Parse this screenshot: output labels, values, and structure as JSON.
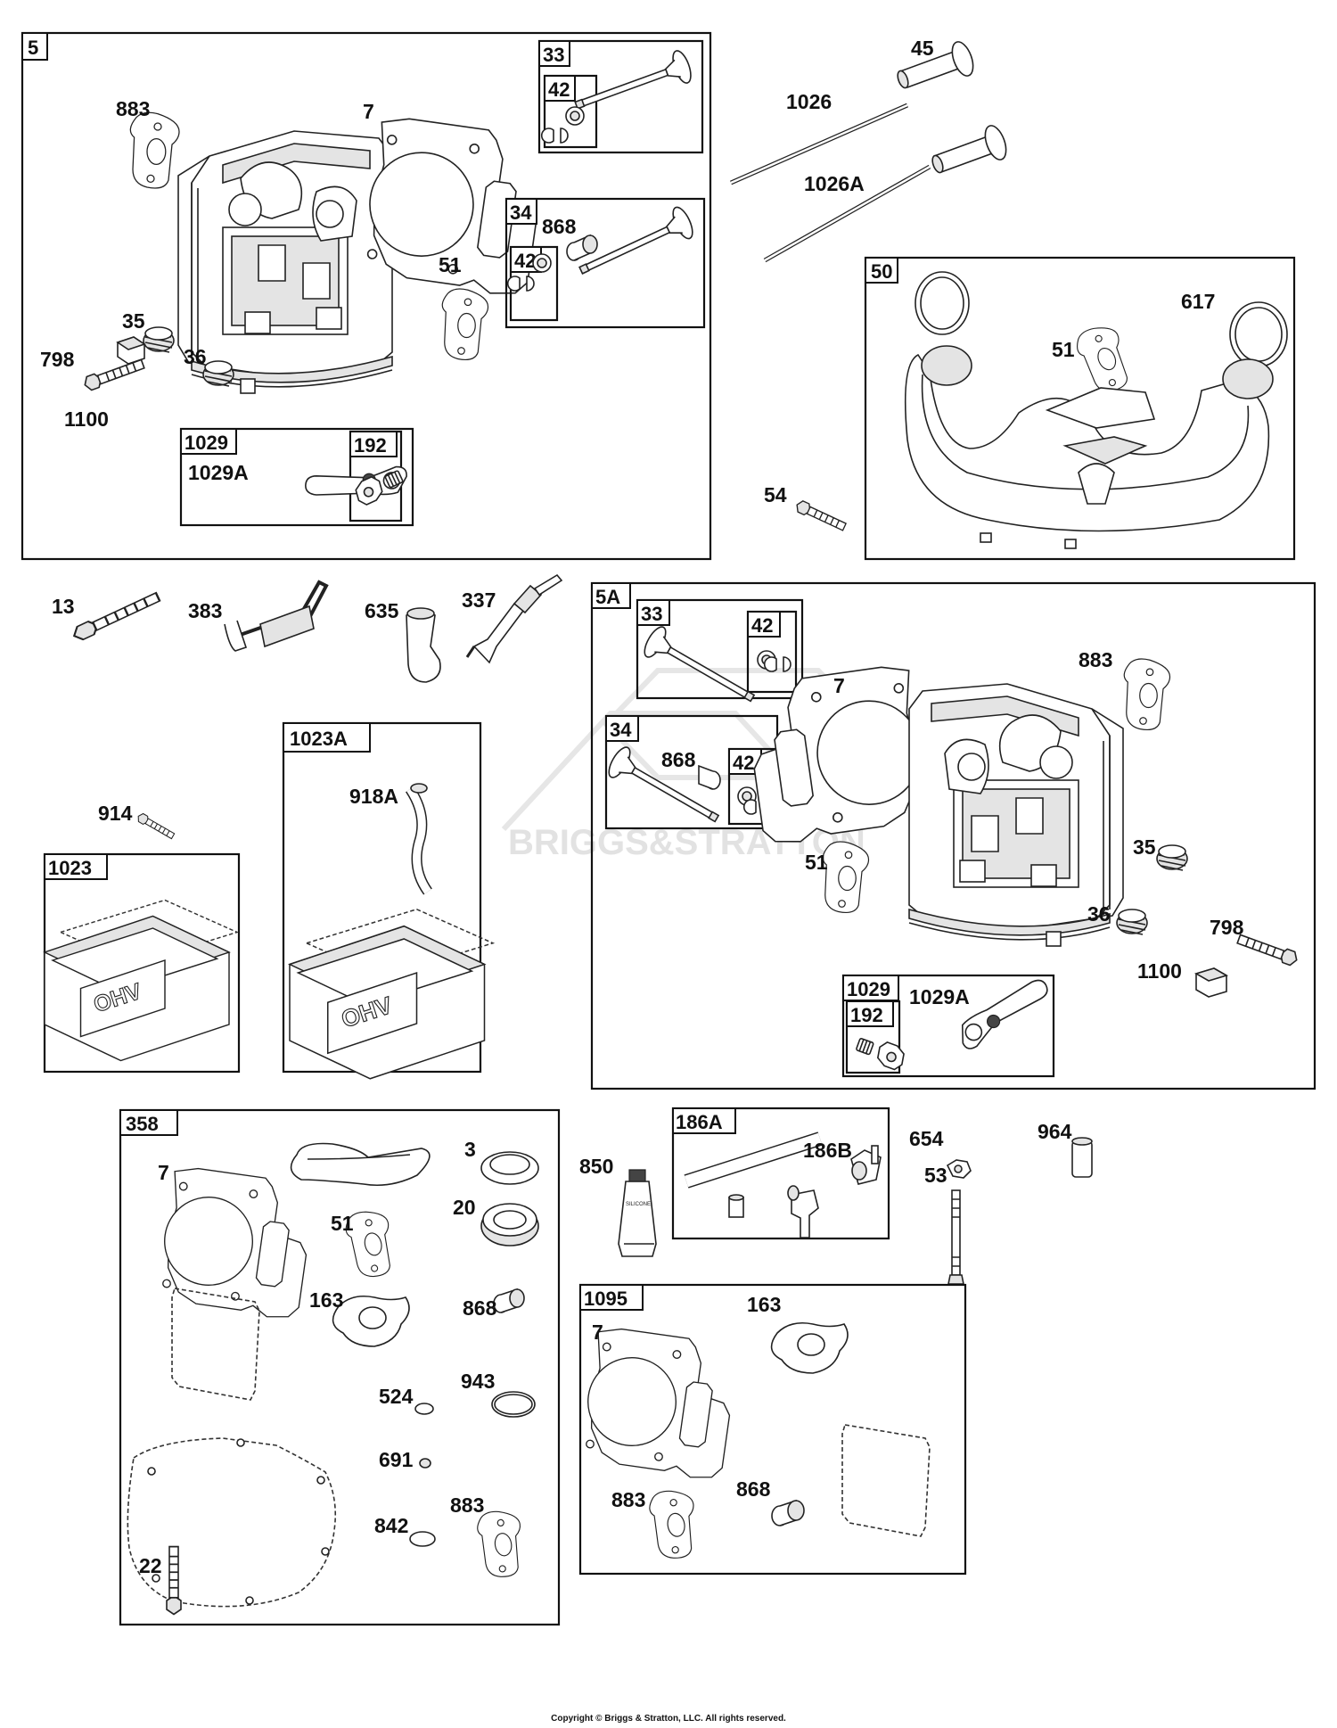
{
  "watermark": "BRIGGS&STRATTON",
  "copyright": "Copyright © Briggs & Stratton, LLC. All rights reserved.",
  "groups": {
    "g5": "5",
    "g33a": "33",
    "g42a": "42",
    "g34a": "34",
    "g42b": "42",
    "g1029a": "1029",
    "g192a": "192",
    "g50": "50",
    "g5A": "5A",
    "g33b": "33",
    "g42c": "42",
    "g34b": "34",
    "g42d": "42",
    "g1029b": "1029",
    "g192b": "192",
    "g1023A": "1023A",
    "g1023": "1023",
    "g358": "358",
    "g186A": "186A",
    "g1095": "1095"
  },
  "labels": {
    "l883a": "883",
    "l7a": "7",
    "l868a": "868",
    "l51a": "51",
    "l35a": "35",
    "l36a": "36",
    "l798a": "798",
    "l1100a": "1100",
    "l1029Aa": "1029A",
    "l45": "45",
    "l1026": "1026",
    "l1026A": "1026A",
    "l617": "617",
    "l51b": "51",
    "l54": "54",
    "l13": "13",
    "l383": "383",
    "l635": "635",
    "l337": "337",
    "l7b": "7",
    "l883b": "883",
    "l868b": "868",
    "l51c": "51",
    "l35b": "35",
    "l36b": "36",
    "l798b": "798",
    "l1100b": "1100",
    "l1029Ab": "1029A",
    "l914": "914",
    "l918A": "918A",
    "l7c": "7",
    "l3": "3",
    "l20": "20",
    "l51d": "51",
    "l163a": "163",
    "l868c": "868",
    "l524": "524",
    "l943": "943",
    "l691": "691",
    "l883c": "883",
    "l842": "842",
    "l22": "22",
    "l850": "850",
    "l186B": "186B",
    "l654": "654",
    "l964": "964",
    "l53": "53",
    "l7d": "7",
    "l163b": "163",
    "l883d": "883",
    "l868d": "868"
  }
}
